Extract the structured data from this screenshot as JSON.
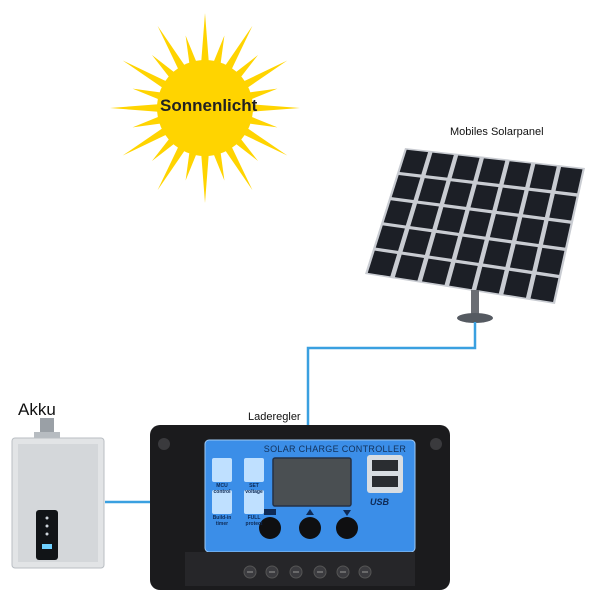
{
  "labels": {
    "sun": "Sonnenlicht",
    "panel": "Mobiles Solarpanel",
    "controller": "Laderegler",
    "battery": "Akku"
  },
  "controller": {
    "title": "SOLAR CHARGE CONTROLLER",
    "icons": {
      "mcu": "MCU control",
      "set": "SET voltage",
      "timer": "Build-in timer",
      "protect": "FULL protect"
    },
    "usb": "USB"
  },
  "colors": {
    "sun": "#ffd400",
    "wire": "#3aa0e0",
    "panel_cell": "#1c1f26",
    "controller_face": "#3b8ee8",
    "controller_body": "#1a1a1a",
    "lcd": "#4a4f52"
  }
}
